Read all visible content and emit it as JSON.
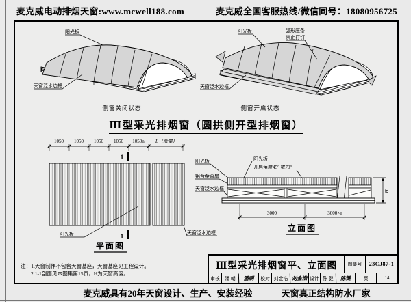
{
  "header": {
    "left": "麦克威电动排烟天窗:www.mcwell188.com",
    "right": "麦克威全国客服热线/微信同号：18080956725"
  },
  "footer": {
    "left": "麦克威具有20年天窗设计、生产、安装经验",
    "right": "天窗真正结构防水厂家"
  },
  "main_title": "Ⅲ型采光排烟窗（圆拱侧开型排烟窗）",
  "labels": {
    "sunlight_panel": "阳光板",
    "flashing_frame": "天窗泛水边框",
    "arc_batten": "弧形压条",
    "no_nailing": "禁止打钉",
    "aluminum_sash": "铝合金窗扇",
    "open_angle": "开启角度45° 或70°"
  },
  "iso_closed": {
    "caption": "侧窗关闭状态"
  },
  "iso_open": {
    "caption": "侧窗开启状态"
  },
  "plan": {
    "caption": "平面图",
    "section_mark": "1",
    "dims": [
      "1050",
      "1050",
      "1050",
      "1050",
      "1050n",
      "L（余量）"
    ]
  },
  "elevation": {
    "caption": "立面图",
    "dims": [
      "3000",
      "3000×n"
    ],
    "height_symbol": "H"
  },
  "notes": {
    "prefix": "注：",
    "line1": "1.天窗制作不包含天窗基座，天窗基座见工程设计。",
    "line2": "2.1-1剖面见本图集第15页，H为天窗高度。"
  },
  "title_block": {
    "drawing_title": "Ⅲ型采光排烟窗平、立面图",
    "atlas_no_label": "图集号",
    "atlas_no": "23CJ87-1",
    "review_label": "审核",
    "review_name": "潘 朝",
    "review_sign": "潘朝",
    "check_label": "校对",
    "check_name": "刘金浩",
    "check_sign": "刘金浩",
    "design_label": "设计",
    "design_name": "陈 健",
    "design_sign": "陈健",
    "page_label": "页",
    "page_no": "14"
  },
  "colors": {
    "roof_gray": "#d6d6d6",
    "flap_gray": "#cfcfcf",
    "line_black": "#000000",
    "page_bg": "#eaeaea"
  }
}
